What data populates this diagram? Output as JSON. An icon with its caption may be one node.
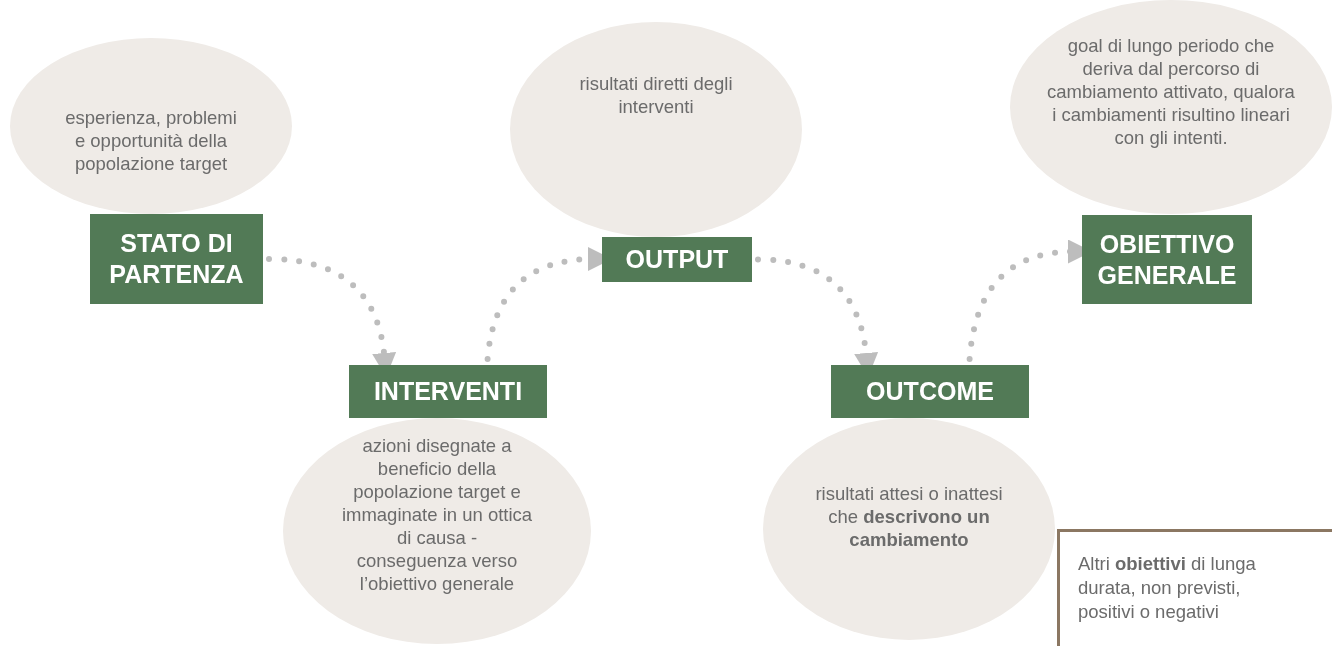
{
  "diagram": {
    "nodes": [
      {
        "text": [
          "esperienza, problemi e opportunità della popolazione target"
        ]
      },
      {
        "text": [
          "STATO DI PARTENZA"
        ]
      },
      {
        "text": [
          "risultati diretti degli interventi"
        ]
      },
      {
        "text": [
          "OUTPUT"
        ]
      },
      {
        "text": [
          "goal di lungo periodo che deriva dal percorso di cambiamento attivato, qualora i cambiamenti risultino lineari con gli intenti."
        ]
      },
      {
        "text": [
          "OBIETTIVO GENERALE"
        ]
      },
      {
        "text": [
          "INTERVENTI"
        ]
      },
      {
        "text": [
          "azioni disegnate a beneficio della popolazione target e immaginate in un ottica di causa - conseguenza verso l’obiettivo generale"
        ]
      },
      {
        "text": [
          "OUTCOME"
        ]
      },
      {
        "text": [
          "risultati attesi o inattesi che **descrivono un cambiamento**"
        ]
      },
      {
        "text": [
          "Altri **obiettivi** di lunga durata, non previsti, positivi o negativi"
        ]
      }
    ],
    "edges": [
      {
        "from": 1,
        "to": 6,
        "arrow": "to"
      },
      {
        "from": 6,
        "to": 3,
        "arrow": "to"
      },
      {
        "from": 3,
        "to": 8,
        "arrow": "to"
      },
      {
        "from": 8,
        "to": 5,
        "arrow": "to"
      }
    ]
  }
}
